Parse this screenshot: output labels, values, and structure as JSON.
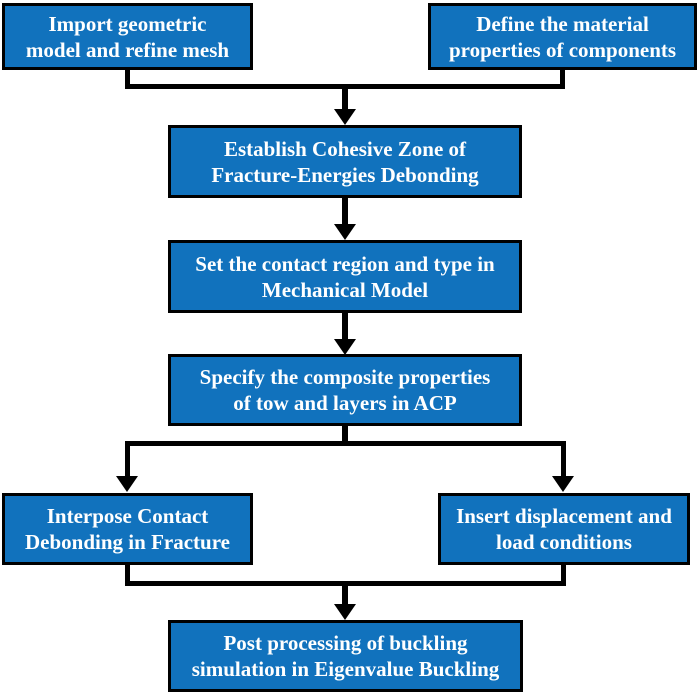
{
  "title": "Buckling simulation workflow flowchart",
  "colors": {
    "box_fill": "#1172BD",
    "box_border": "#000000",
    "box_text": "#ffffff",
    "connector": "#000000",
    "background": "#ffffff"
  },
  "flowchart": {
    "nodes": [
      {
        "id": "import",
        "label": "Import geometric model and refine mesh",
        "lines": [
          "Import geometric",
          "model and refine mesh"
        ]
      },
      {
        "id": "material",
        "label": "Define the material properties of components",
        "lines": [
          "Define the material",
          "properties of components"
        ]
      },
      {
        "id": "cohesive",
        "label": "Establish Cohesive Zone of Fracture-Energies Debonding",
        "lines": [
          "Establish Cohesive Zone of",
          "Fracture-Energies Debonding"
        ]
      },
      {
        "id": "contact",
        "label": "Set the contact region and type in Mechanical Model",
        "lines": [
          "Set the contact region and type in",
          "Mechanical Model"
        ]
      },
      {
        "id": "composite",
        "label": "Specify the composite properties of tow and layers in ACP",
        "lines": [
          "Specify the composite properties",
          "of tow and layers in ACP"
        ]
      },
      {
        "id": "interpose",
        "label": "Interpose Contact Debonding in Fracture",
        "lines": [
          "Interpose Contact",
          "Debonding in Fracture"
        ]
      },
      {
        "id": "insert",
        "label": "Insert displacement and load conditions",
        "lines": [
          "Insert displacement and",
          "load conditions"
        ]
      },
      {
        "id": "post",
        "label": "Post processing of buckling simulation in Eigenvalue Buckling",
        "lines": [
          "Post processing of buckling",
          "simulation in Eigenvalue Buckling"
        ]
      }
    ],
    "edges": [
      {
        "from": "import",
        "to": "cohesive"
      },
      {
        "from": "material",
        "to": "cohesive"
      },
      {
        "from": "cohesive",
        "to": "contact"
      },
      {
        "from": "contact",
        "to": "composite"
      },
      {
        "from": "composite",
        "to": "interpose"
      },
      {
        "from": "composite",
        "to": "insert"
      },
      {
        "from": "interpose",
        "to": "post"
      },
      {
        "from": "insert",
        "to": "post"
      }
    ]
  }
}
